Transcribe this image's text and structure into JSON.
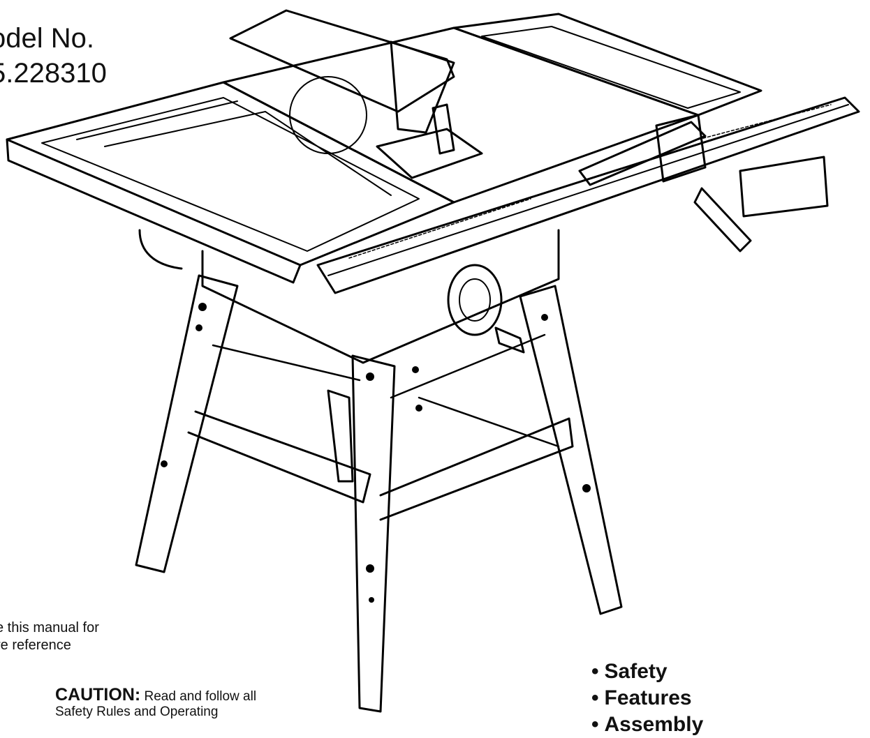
{
  "model": {
    "line1": "odel No.",
    "line2": "5.228310"
  },
  "illustration": {
    "subject": "table saw with leg stand",
    "icon": "table-saw-illustration"
  },
  "save_note": {
    "line1": "e this manual for",
    "line2": "re reference"
  },
  "caution": {
    "heading": "CAUTION:",
    "line1": "Read and follow all",
    "line2": "Safety Rules and Operating"
  },
  "topics": [
    "Safety",
    "Features",
    "Assembly"
  ]
}
